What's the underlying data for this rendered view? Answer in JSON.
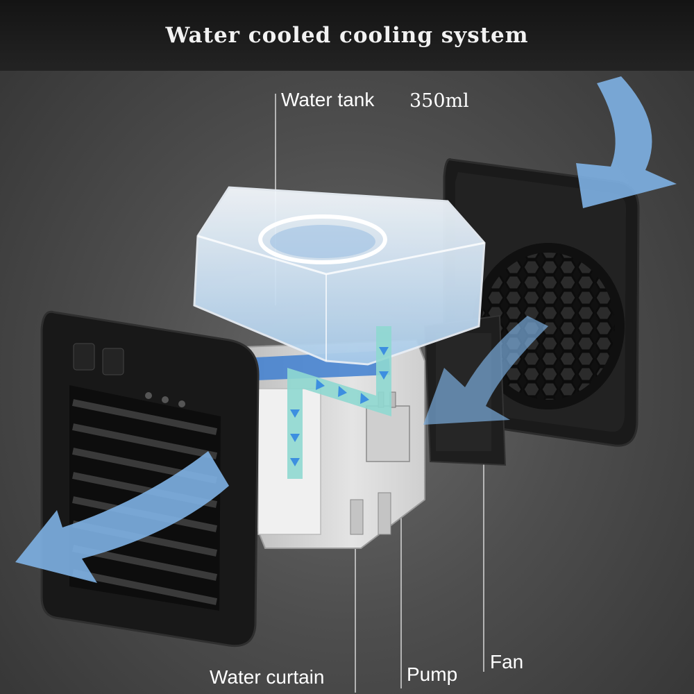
{
  "title": "Water cooled cooling system",
  "labels": {
    "water_tank": "Water tank",
    "capacity": "350ml",
    "water_curtain": "Water curtain",
    "pump": "Pump",
    "fan": "Fan"
  },
  "colors": {
    "airflow": "#7fb3e6",
    "water_path": "#8fd8d0",
    "water_arrow": "#3d8fe0",
    "housing": "#1c1c1c",
    "chassis": "#d9d9d9"
  }
}
